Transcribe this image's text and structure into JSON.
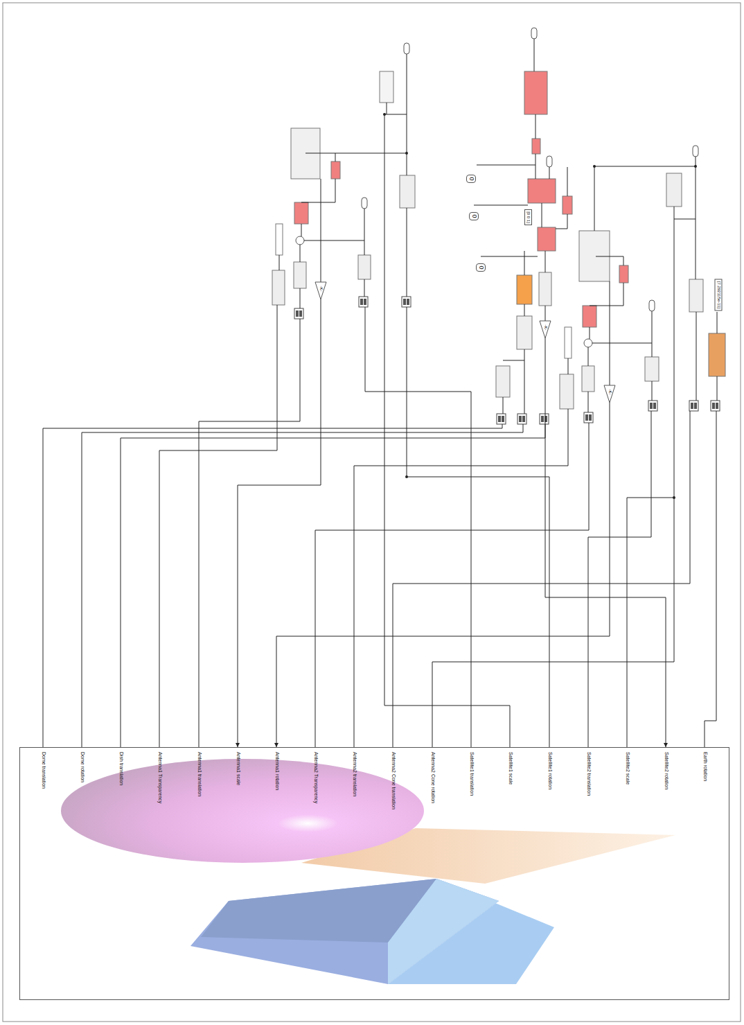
{
  "diagram": {
    "nodes": [
      {
        "text": [
          "Dome translation",
          "Dome rotation",
          "Dish translation",
          "Antenna1 Transparency",
          "Antenna1 translation",
          "Antenna1 scale",
          "Antenna1 rotation",
          "Antenna2 Transparency",
          "Antenna2 translation",
          "Antenna2 Cone translation",
          "Antenna2 Cone rotation",
          "Satellite1 translation",
          "Satellite1 scale",
          "Satellite1 rotation",
          "Satellite2 translation",
          "Satellite2 scale",
          "Satellite2 rotation",
          "Earth rotation"
        ]
      },
      {
        "text": [
          "0"
        ]
      },
      {
        "text": [
          "0"
        ]
      },
      {
        "text": [
          "0"
        ]
      },
      {
        "text": [
          "[0 0 1]"
        ]
      },
      {
        "text": [
          "-K-"
        ]
      },
      {
        "text": [
          "-K-"
        ]
      },
      {
        "text": [
          "-K-"
        ]
      },
      {
        "text": [
          "[7.292115e-11]"
        ]
      }
    ],
    "edges": [
      {
        "from": 5,
        "to": 0,
        "arrow": "to"
      },
      {
        "from": 6,
        "to": 0,
        "arrow": "to"
      },
      {
        "from": 7,
        "to": 0,
        "arrow": "to"
      }
    ]
  }
}
